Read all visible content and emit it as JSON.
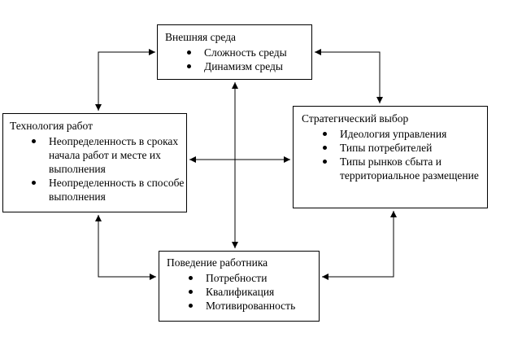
{
  "boxes": {
    "external": {
      "title": "Внешняя среда",
      "items": [
        "Сложность среды",
        "Динамизм среды"
      ]
    },
    "technology": {
      "title": "Технология работ",
      "items": [
        "Неопределенность в сроках начала работ и месте их выполнения",
        "Неопределенность в способе выполнения"
      ]
    },
    "strategic": {
      "title": "Стратегический выбор",
      "items": [
        "Идеология управления",
        "Типы потребителей",
        "Типы рынков сбыта и территориальное размещение"
      ]
    },
    "behavior": {
      "title": "Поведение работника",
      "items": [
        "Потребности",
        "Квалификация",
        "Мотивированность"
      ]
    }
  },
  "connections": [
    {
      "from": "technology",
      "to": "external",
      "bidirectional": true
    },
    {
      "from": "external",
      "to": "strategic",
      "bidirectional": true
    },
    {
      "from": "technology",
      "to": "behavior",
      "bidirectional": true
    },
    {
      "from": "strategic",
      "to": "behavior",
      "bidirectional": true
    },
    {
      "from": "external",
      "to": "behavior",
      "bidirectional": true
    },
    {
      "from": "technology",
      "to": "strategic",
      "bidirectional": true
    }
  ],
  "colors": {
    "line": "#000000",
    "box_border": "#000000",
    "background": "#ffffff"
  }
}
